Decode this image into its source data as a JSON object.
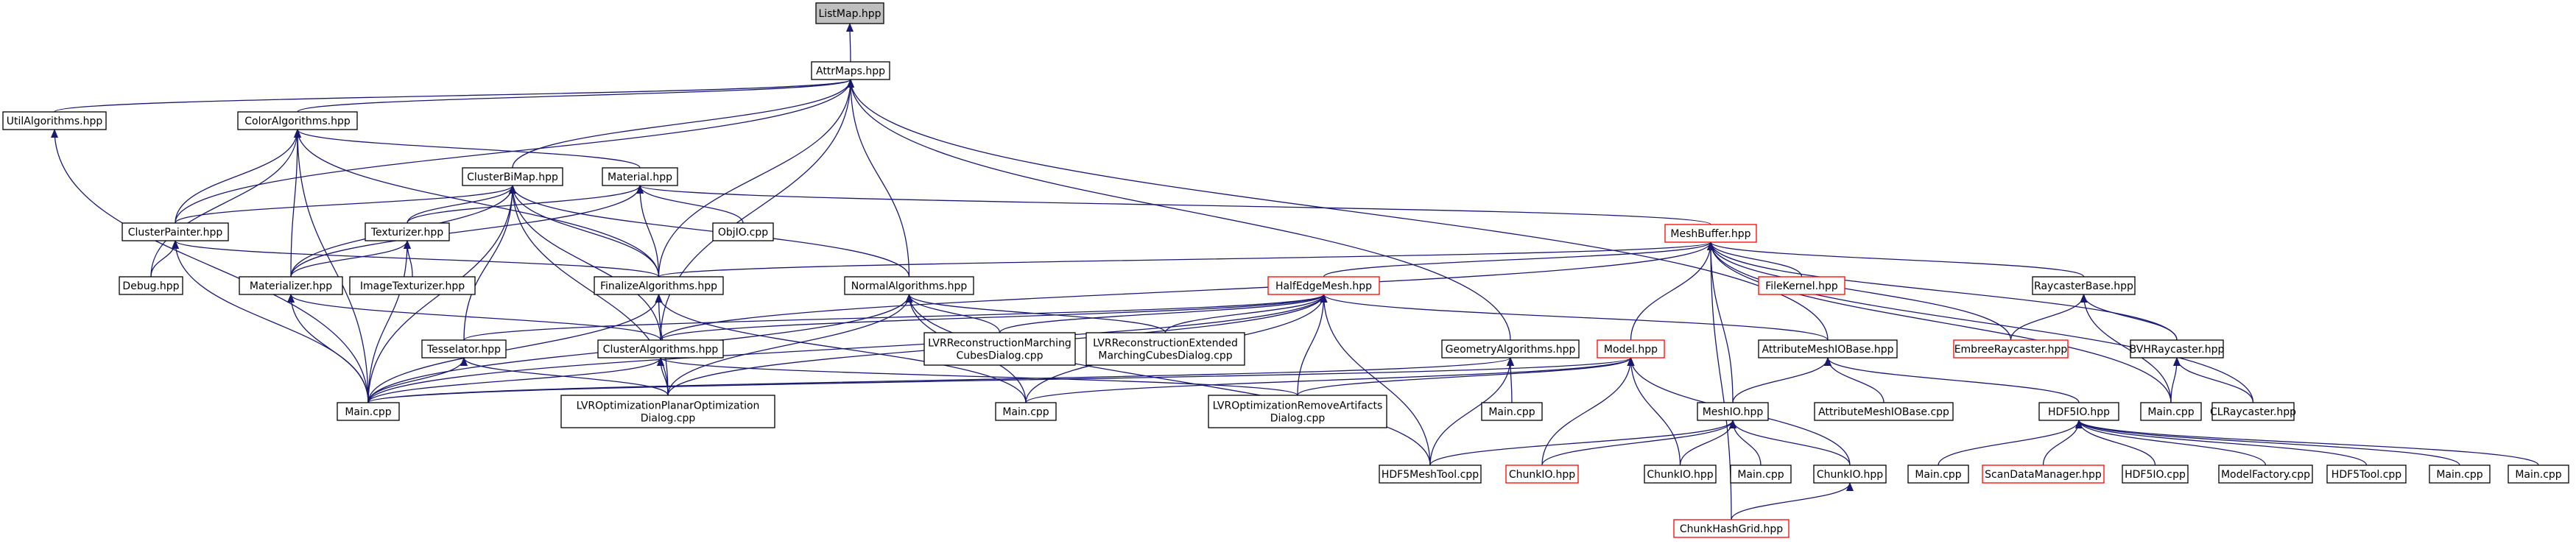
{
  "colors": {
    "edge": "#191970",
    "node_border": "#000000",
    "node_border_truncated": "#ff0000",
    "root_fill": "#bfbfbf",
    "node_fill": "#ffffff",
    "text": "#000000"
  },
  "nodes": [
    {
      "id": "listmap",
      "label": "ListMap.hpp",
      "root": true
    },
    {
      "id": "attrmaps",
      "label": "AttrMaps.hpp"
    },
    {
      "id": "utilalg",
      "label": "UtilAlgorithms.hpp"
    },
    {
      "id": "coloralg",
      "label": "ColorAlgorithms.hpp"
    },
    {
      "id": "clusterbimap",
      "label": "ClusterBiMap.hpp"
    },
    {
      "id": "material",
      "label": "Material.hpp"
    },
    {
      "id": "objio",
      "label": "ObjIO.cpp"
    },
    {
      "id": "clusterpainter",
      "label": "ClusterPainter.hpp"
    },
    {
      "id": "texturizer",
      "label": "Texturizer.hpp"
    },
    {
      "id": "debug",
      "label": "Debug.hpp"
    },
    {
      "id": "materializer",
      "label": "Materializer.hpp"
    },
    {
      "id": "imagetexturizer",
      "label": "ImageTexturizer.hpp"
    },
    {
      "id": "finalizealg",
      "label": "FinalizeAlgorithms.hpp"
    },
    {
      "id": "normalalg",
      "label": "NormalAlgorithms.hpp"
    },
    {
      "id": "meshbuffer",
      "label": "MeshBuffer.hpp",
      "truncated": true
    },
    {
      "id": "filekernel",
      "label": "FileKernel.hpp",
      "truncated": true
    },
    {
      "id": "halfedgemesh",
      "label": "HalfEdgeMesh.hpp",
      "truncated": true
    },
    {
      "id": "raycasterbase",
      "label": "RaycasterBase.hpp"
    },
    {
      "id": "tesselator",
      "label": "Tesselator.hpp"
    },
    {
      "id": "clusteralg",
      "label": "ClusterAlgorithms.hpp"
    },
    {
      "id": "lvrmc",
      "label": "LVRReconstructionMarching\nCubesDialog.cpp"
    },
    {
      "id": "lvrext",
      "label": "LVRReconstructionExtended\nMarchingCubesDialog.cpp"
    },
    {
      "id": "geomalg",
      "label": "GeometryAlgorithms.hpp"
    },
    {
      "id": "model",
      "label": "Model.hpp",
      "truncated": true
    },
    {
      "id": "attrmeshiobase",
      "label": "AttributeMeshIOBase.hpp"
    },
    {
      "id": "embree",
      "label": "EmbreeRaycaster.hpp",
      "truncated": true
    },
    {
      "id": "bvhraycaster",
      "label": "BVHRaycaster.hpp"
    },
    {
      "id": "main_a",
      "label": "Main.cpp"
    },
    {
      "id": "lvrplanar",
      "label": "LVROptimizationPlanarOptimization\nDialog.cpp"
    },
    {
      "id": "main_b",
      "label": "Main.cpp"
    },
    {
      "id": "lvrremove",
      "label": "LVROptimizationRemoveArtifacts\nDialog.cpp"
    },
    {
      "id": "main_c",
      "label": "Main.cpp"
    },
    {
      "id": "meshio",
      "label": "MeshIO.hpp"
    },
    {
      "id": "attrmeshiobasecpp",
      "label": "AttributeMeshIOBase.cpp"
    },
    {
      "id": "hdf5io",
      "label": "HDF5IO.hpp"
    },
    {
      "id": "main_d",
      "label": "Main.cpp"
    },
    {
      "id": "clraycaster",
      "label": "CLRaycaster.hpp"
    },
    {
      "id": "hdf5meshtool",
      "label": "HDF5MeshTool.cpp"
    },
    {
      "id": "chunkio_red",
      "label": "ChunkIO.hpp",
      "truncated": true
    },
    {
      "id": "chunkio_1",
      "label": "ChunkIO.hpp"
    },
    {
      "id": "main_e",
      "label": "Main.cpp"
    },
    {
      "id": "chunkio_2",
      "label": "ChunkIO.hpp"
    },
    {
      "id": "main_f",
      "label": "Main.cpp"
    },
    {
      "id": "scandatamanager",
      "label": "ScanDataManager.hpp",
      "truncated": true
    },
    {
      "id": "hdf5iocpp",
      "label": "HDF5IO.cpp"
    },
    {
      "id": "modelfactory",
      "label": "ModelFactory.cpp"
    },
    {
      "id": "hdf5tool",
      "label": "HDF5Tool.cpp"
    },
    {
      "id": "main_g",
      "label": "Main.cpp"
    },
    {
      "id": "main_h",
      "label": "Main.cpp"
    },
    {
      "id": "chunkhashgrid",
      "label": "ChunkHashGrid.hpp",
      "truncated": true
    }
  ],
  "edges": [
    [
      "attrmaps",
      "listmap"
    ],
    [
      "utilalg",
      "attrmaps"
    ],
    [
      "coloralg",
      "attrmaps"
    ],
    [
      "clusterbimap",
      "attrmaps"
    ],
    [
      "clusterpainter",
      "attrmaps"
    ],
    [
      "finalizealg",
      "attrmaps"
    ],
    [
      "normalalg",
      "attrmaps"
    ],
    [
      "clusteralg",
      "attrmaps"
    ],
    [
      "geomalg",
      "attrmaps"
    ],
    [
      "attrmeshiobase",
      "attrmaps"
    ],
    [
      "main_a",
      "utilalg"
    ],
    [
      "material",
      "coloralg"
    ],
    [
      "clusterpainter",
      "coloralg"
    ],
    [
      "debug",
      "coloralg"
    ],
    [
      "materializer",
      "coloralg"
    ],
    [
      "finalizealg",
      "coloralg"
    ],
    [
      "main_a",
      "coloralg"
    ],
    [
      "clusterpainter",
      "clusterbimap"
    ],
    [
      "texturizer",
      "clusterbimap"
    ],
    [
      "materializer",
      "clusterbimap"
    ],
    [
      "finalizealg",
      "clusterbimap"
    ],
    [
      "normalalg",
      "clusterbimap"
    ],
    [
      "tesselator",
      "clusterbimap"
    ],
    [
      "clusteralg",
      "clusterbimap"
    ],
    [
      "lvrplanar",
      "clusterbimap"
    ],
    [
      "main_a",
      "clusterbimap"
    ],
    [
      "objio",
      "material"
    ],
    [
      "texturizer",
      "material"
    ],
    [
      "materializer",
      "material"
    ],
    [
      "finalizealg",
      "material"
    ],
    [
      "meshbuffer",
      "material"
    ],
    [
      "debug",
      "clusterpainter"
    ],
    [
      "main_a",
      "clusterpainter"
    ],
    [
      "finalizealg",
      "clusterpainter"
    ],
    [
      "materializer",
      "texturizer"
    ],
    [
      "imagetexturizer",
      "texturizer"
    ],
    [
      "main_a",
      "texturizer"
    ],
    [
      "main_a",
      "materializer"
    ],
    [
      "clusteralg",
      "materializer"
    ],
    [
      "main_a",
      "finalizealg"
    ],
    [
      "lvrplanar",
      "finalizealg"
    ],
    [
      "main_c",
      "finalizealg"
    ],
    [
      "main_a",
      "normalalg"
    ],
    [
      "lvrmc",
      "normalalg"
    ],
    [
      "lvrext",
      "normalalg"
    ],
    [
      "lvrplanar",
      "normalalg"
    ],
    [
      "main_c",
      "normalalg"
    ],
    [
      "hdf5meshtool",
      "normalalg"
    ],
    [
      "filekernel",
      "meshbuffer"
    ],
    [
      "halfedgemesh",
      "meshbuffer"
    ],
    [
      "raycasterbase",
      "meshbuffer"
    ],
    [
      "model",
      "meshbuffer"
    ],
    [
      "meshio",
      "meshbuffer"
    ],
    [
      "embree",
      "meshbuffer"
    ],
    [
      "bvhraycaster",
      "meshbuffer"
    ],
    [
      "clraycaster",
      "meshbuffer"
    ],
    [
      "finalizealg",
      "meshbuffer"
    ],
    [
      "clusteralg",
      "meshbuffer"
    ],
    [
      "main_d",
      "meshbuffer"
    ],
    [
      "chunkhashgrid",
      "meshbuffer"
    ],
    [
      "tesselator",
      "halfedgemesh"
    ],
    [
      "clusteralg",
      "halfedgemesh"
    ],
    [
      "lvrmc",
      "halfedgemesh"
    ],
    [
      "lvrext",
      "halfedgemesh"
    ],
    [
      "lvrplanar",
      "halfedgemesh"
    ],
    [
      "lvrremove",
      "halfedgemesh"
    ],
    [
      "main_a",
      "halfedgemesh"
    ],
    [
      "main_c",
      "halfedgemesh"
    ],
    [
      "hdf5meshtool",
      "halfedgemesh"
    ],
    [
      "attrmeshiobase",
      "halfedgemesh"
    ],
    [
      "embree",
      "raycasterbase"
    ],
    [
      "bvhraycaster",
      "raycasterbase"
    ],
    [
      "main_d",
      "raycasterbase"
    ],
    [
      "main_d",
      "bvhraycaster"
    ],
    [
      "clraycaster",
      "bvhraycaster"
    ],
    [
      "main_a",
      "tesselator"
    ],
    [
      "lvrplanar",
      "tesselator"
    ],
    [
      "main_a",
      "clusteralg"
    ],
    [
      "lvrplanar",
      "clusteralg"
    ],
    [
      "lvrremove",
      "clusteralg"
    ],
    [
      "hdf5meshtool",
      "geomalg"
    ],
    [
      "main_b",
      "geomalg"
    ],
    [
      "main_a",
      "geomalg"
    ],
    [
      "main_a",
      "model"
    ],
    [
      "main_c",
      "model"
    ],
    [
      "lvrremove",
      "model"
    ],
    [
      "chunkio_red",
      "model"
    ],
    [
      "chunkio_1",
      "model"
    ],
    [
      "chunkio_2",
      "model"
    ],
    [
      "meshio",
      "attrmeshiobase"
    ],
    [
      "attrmeshiobasecpp",
      "attrmeshiobase"
    ],
    [
      "hdf5io",
      "attrmeshiobase"
    ],
    [
      "hdf5meshtool",
      "meshio"
    ],
    [
      "chunkio_red",
      "meshio"
    ],
    [
      "chunkio_1",
      "meshio"
    ],
    [
      "main_e",
      "meshio"
    ],
    [
      "chunkio_2",
      "meshio"
    ],
    [
      "chunkhashgrid",
      "chunkio_2"
    ],
    [
      "main_f",
      "hdf5io"
    ],
    [
      "scandatamanager",
      "hdf5io"
    ],
    [
      "hdf5iocpp",
      "hdf5io"
    ],
    [
      "modelfactory",
      "hdf5io"
    ],
    [
      "hdf5tool",
      "hdf5io"
    ],
    [
      "main_g",
      "hdf5io"
    ],
    [
      "main_h",
      "hdf5io"
    ]
  ]
}
